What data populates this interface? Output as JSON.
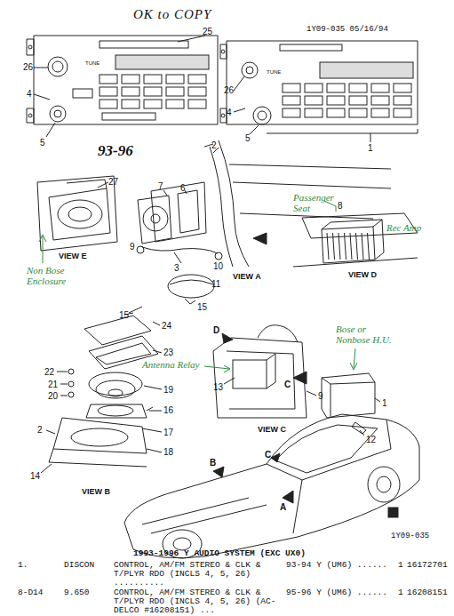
{
  "diagram": {
    "title": "1993-1996 Y AUDIO SYSTEM (EXC UX0)",
    "labels": [
      "OK to COPY",
      "1Y09-035 05/16/94",
      "25",
      "26",
      "4",
      "5",
      "26",
      "4",
      "5",
      "1",
      "93-96",
      "2",
      "27",
      "7",
      "6",
      "9",
      "3",
      "10",
      "11",
      "15",
      "VIEW E",
      "VIEW A",
      "Non Bose Enclosure",
      "Passenger Seat",
      "Rec Amp",
      "8",
      "VIEW D",
      "15",
      "24",
      "23",
      "22",
      "21",
      "19",
      "20",
      "16",
      "17",
      "18",
      "2",
      "14",
      "VIEW B",
      "Bose or Nonbose H.U.",
      "Antenna Relay",
      "D",
      "C",
      "13",
      "9",
      "1",
      "12",
      "VIEW C",
      "C",
      "A",
      "B",
      "1Y09-035",
      "1.",
      "DISCON",
      "CONTROL, AM/FM STEREO & CLK & T/PLYR RDO (INCLS 4, 5, 26) ..........",
      "93-94 Y (UM6) ......",
      "1",
      "16172701",
      "8-D14",
      "9.650",
      "CONTROL, AM/FM STEREO & CLK & T/PLYR RDO (INCLS 4, 5, 26) (AC-DELCO #16208151) ...",
      "95-96 Y (UM6) ......",
      "1",
      "16208151",
      "TUNE",
      "TUNE"
    ]
  }
}
